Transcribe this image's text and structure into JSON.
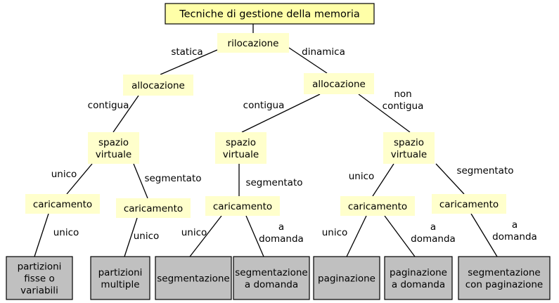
{
  "colors": {
    "yellow_fill": "#ffffcc",
    "title_fill": "#ffffa8",
    "gray_fill": "#c0c0c0",
    "line": "#000000",
    "text": "#000000",
    "blue": "#1f6fb5",
    "red": "#e00000"
  },
  "nodes": {
    "title": {
      "lines": [
        "Tecniche di gestione della memoria"
      ],
      "style": "title"
    },
    "rilocazione": {
      "lines": [
        "rilocazione"
      ],
      "style": "yellow"
    },
    "alloc_statica": {
      "lines": [
        "allocazione"
      ],
      "style": "yellow"
    },
    "alloc_dinamica": {
      "lines": [
        "allocazione"
      ],
      "style": "yellow"
    },
    "spazio_1": {
      "lines": [
        "spazio",
        "virtuale"
      ],
      "style": "yellow"
    },
    "spazio_2": {
      "lines": [
        "spazio",
        "virtuale"
      ],
      "style": "yellow"
    },
    "spazio_3": {
      "lines": [
        "spazio",
        "virtuale"
      ],
      "style": "yellow"
    },
    "caric_1": {
      "lines": [
        "caricamento"
      ],
      "style": "yellow"
    },
    "caric_2": {
      "lines": [
        "caricamento"
      ],
      "style": "yellow"
    },
    "caric_3": {
      "lines": [
        "caricamento"
      ],
      "style": "yellow"
    },
    "caric_4": {
      "lines": [
        "caricamento"
      ],
      "style": "yellow"
    },
    "caric_5": {
      "lines": [
        "caricamento"
      ],
      "style": "yellow"
    },
    "leaf_partizioni_fisse": {
      "lines": [
        "partizioni",
        "fisse o",
        "variabili"
      ],
      "style": "gray"
    },
    "leaf_partizioni_multiple": {
      "lines": [
        "partizioni",
        "multiple"
      ],
      "style": "gray"
    },
    "leaf_segmentazione": {
      "lines": [
        "segmentazione"
      ],
      "style": "gray"
    },
    "leaf_segm_domanda": {
      "lines": [
        "segmentazione",
        "a domanda"
      ],
      "style": "gray"
    },
    "leaf_paginazione": {
      "lines": [
        "paginazione"
      ],
      "style": "gray"
    },
    "leaf_pagin_domanda": {
      "lines": [
        "paginazione",
        "a domanda"
      ],
      "style": "gray"
    },
    "leaf_segm_paginazione": {
      "lines": [
        "segmentazione",
        "con paginazione"
      ],
      "style": "gray"
    }
  },
  "edges": [
    {
      "from": "title",
      "to": "rilocazione"
    },
    {
      "from": "rilocazione",
      "to": "alloc_statica",
      "label": [
        "statica"
      ],
      "color": "black"
    },
    {
      "from": "rilocazione",
      "to": "alloc_dinamica",
      "label": [
        "dinamica"
      ],
      "color": "blue"
    },
    {
      "from": "alloc_statica",
      "to": "spazio_1",
      "label": [
        "contigua"
      ],
      "color": "black"
    },
    {
      "from": "alloc_dinamica",
      "to": "spazio_2",
      "label": [
        "contigua"
      ],
      "color": "black"
    },
    {
      "from": "alloc_dinamica",
      "to": "spazio_3",
      "label": [
        "non",
        "contigua"
      ],
      "color": "blue"
    },
    {
      "from": "spazio_1",
      "to": "caric_1",
      "label": [
        "unico"
      ],
      "color": "black"
    },
    {
      "from": "spazio_1",
      "to": "caric_2",
      "label": [
        "segmentato"
      ],
      "color": "black"
    },
    {
      "from": "spazio_2",
      "to": "caric_3",
      "label": [
        "segmentato"
      ],
      "color": "black"
    },
    {
      "from": "spazio_3",
      "to": "caric_4",
      "label": [
        "unico"
      ],
      "color": "blue"
    },
    {
      "from": "spazio_3",
      "to": "caric_5",
      "label": [
        "segmentato"
      ],
      "color": "black"
    },
    {
      "from": "caric_1",
      "to": "leaf_partizioni_fisse",
      "label": [
        "unico"
      ],
      "color": "black"
    },
    {
      "from": "caric_2",
      "to": "leaf_partizioni_multiple",
      "label": [
        "unico"
      ],
      "color": "black"
    },
    {
      "from": "caric_3",
      "to": "leaf_segmentazione",
      "label": [
        "unico"
      ],
      "color": "black"
    },
    {
      "from": "caric_3",
      "to": "leaf_segm_domanda",
      "label": [
        "a",
        "domanda"
      ],
      "color": "black"
    },
    {
      "from": "caric_4",
      "to": "leaf_paginazione",
      "label": [
        "unico"
      ],
      "color": "black"
    },
    {
      "from": "caric_4",
      "to": "leaf_pagin_domanda",
      "label": [
        "a",
        "domanda"
      ],
      "color": "red"
    },
    {
      "from": "caric_5",
      "to": "leaf_segm_paginazione",
      "label": [
        "a",
        "domanda"
      ],
      "color": "black"
    }
  ]
}
